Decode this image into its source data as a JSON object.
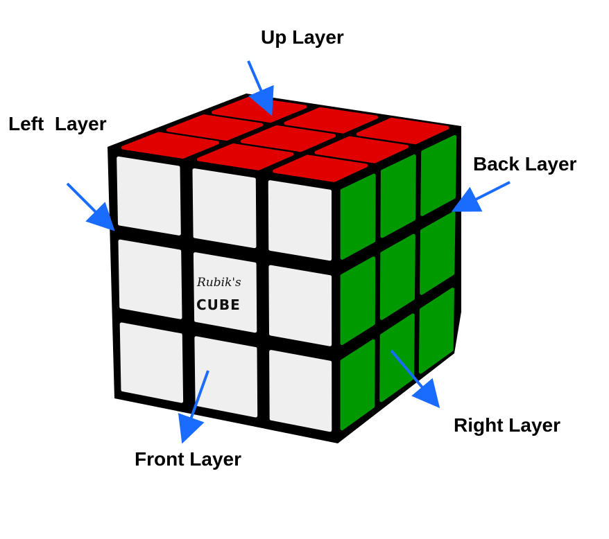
{
  "labels": {
    "up": "Up Layer",
    "left": "Left  Layer",
    "back": "Back Layer",
    "front": "Front Layer",
    "right": "Right Layer"
  },
  "logo": {
    "script": "Rubik's",
    "block": "CUBE"
  },
  "colors": {
    "top_face": "#e10000",
    "front_face": "#efefef",
    "right_face": "#009900",
    "body": "#000000",
    "arrow": "#1a6bff"
  }
}
